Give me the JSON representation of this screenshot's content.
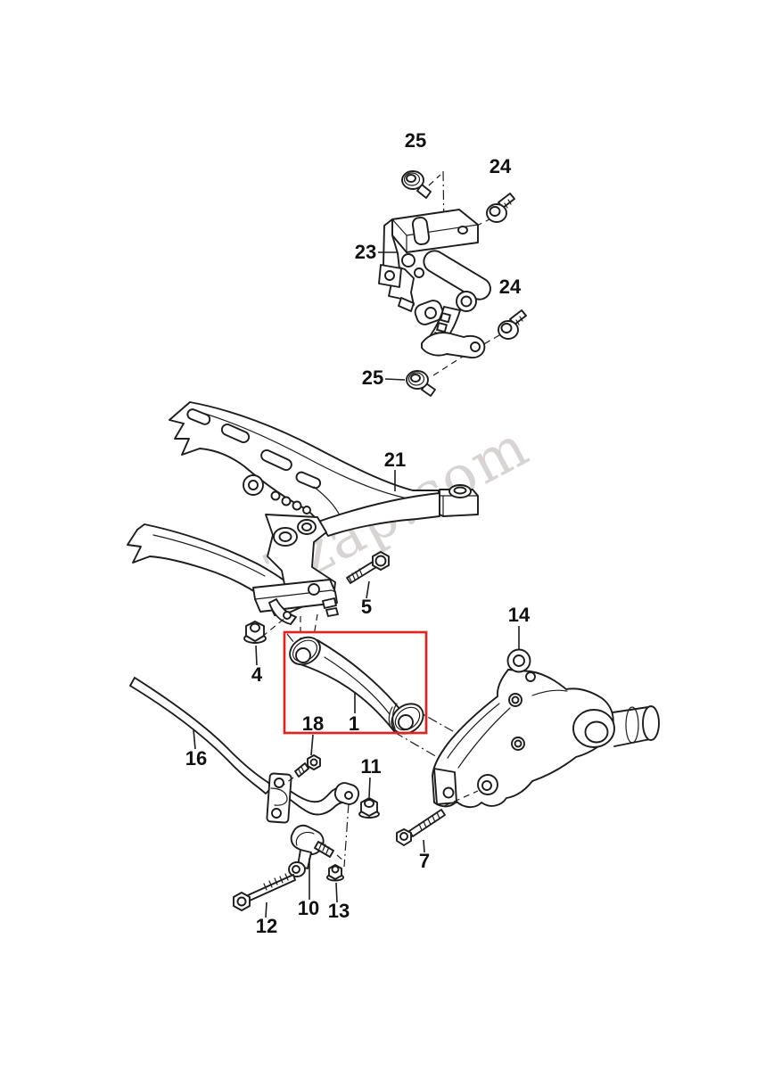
{
  "canvas": {
    "background": "#ffffff",
    "line_color": "#1d1d1b"
  },
  "watermark": {
    "text": "7zap.com",
    "color": "#b9b1b1"
  },
  "highlight": {
    "color": "#e02421",
    "highlighted_part": "1"
  },
  "labels": [
    {
      "id": "25-top",
      "text": "25"
    },
    {
      "id": "24-top",
      "text": "24"
    },
    {
      "id": "23",
      "text": "23"
    },
    {
      "id": "24-lower",
      "text": "24"
    },
    {
      "id": "25-bottom",
      "text": "25"
    },
    {
      "id": "21",
      "text": "21"
    },
    {
      "id": "5",
      "text": "5"
    },
    {
      "id": "14",
      "text": "14"
    },
    {
      "id": "4",
      "text": "4"
    },
    {
      "id": "18",
      "text": "18"
    },
    {
      "id": "1",
      "text": "1"
    },
    {
      "id": "16",
      "text": "16"
    },
    {
      "id": "11",
      "text": "11"
    },
    {
      "id": "7",
      "text": "7"
    },
    {
      "id": "10",
      "text": "10"
    },
    {
      "id": "13",
      "text": "13"
    },
    {
      "id": "12",
      "text": "12"
    }
  ]
}
